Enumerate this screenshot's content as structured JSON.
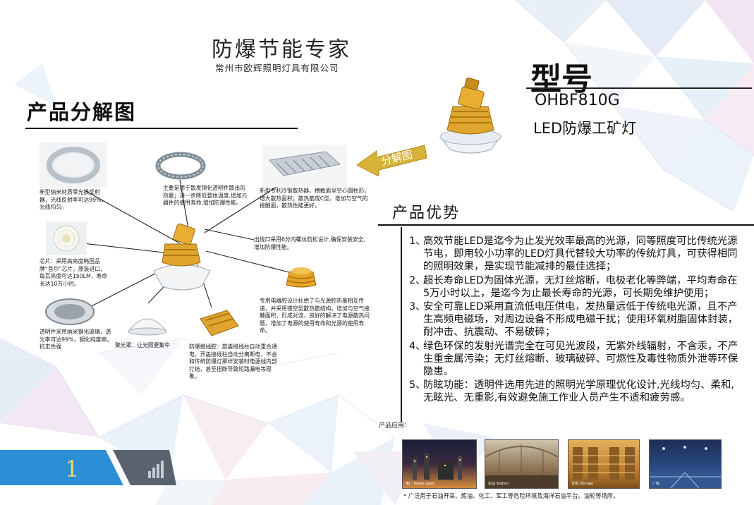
{
  "company": {
    "title": "防爆节能专家",
    "subtitle": "常州市欧辉照明灯具有限公司"
  },
  "section_title": "产品分解图",
  "model": {
    "label": "型号",
    "code": "OHBF810G",
    "product_name": "LED防爆工矿灯"
  },
  "arrow_label": "分解图",
  "callouts": {
    "reflector": "新型纳米材质零光损反射器，光线反射率可达99%，光线均匀。",
    "copper_ring": "主要是用于散发铜化透明件散出的热量；进一步降低整体温度,增加元器件的使用寿命,增加防爆性能。",
    "heatsink": "新型专利冷锻散热器，横截面呈空心圆柱形，增大散热面积；散热筋成C型，增加与空气的接触面，散热性能更好。",
    "chip": "芯片：采用高亮度韩国品牌“首尔”芯片，原装进口，每瓦亮度可达150LM，寿命长达10万小时。",
    "thread": "出线口采用6分内螺纹防松设计,确保安装安全,增加防爆性能。",
    "housing": "专用电器腔设计杜绝了与光源腔热量相互传递，并采用镂空型散热筋结构，增加与空气接触面积，形成对流，良好的解决了电源散热问题，增加了电源的使用寿命和光源的使用寿命。",
    "glass": "透明件采用纳米钢化玻璃，透光率可达99%，钢化纯度高，抗击性强",
    "lampshade": "聚光罩：让光照更集中",
    "terminal": "防爆接线腔：旋盖接线柱自动重合通电，开盖接线柱自动分离断电，不会和传统防爆灯那样安装时电源线内部打结，甚至扭断导致短路漏电等现象。"
  },
  "advantages_title": "产品优势",
  "advantages": [
    {
      "num": "1、",
      "text": "高效节能LED是迄今为止发光效率最高的光源，同等照度可比传统光源节电，即用较小功率的LED灯具代替较大功率的传统灯具，可获得相同的照明效果，是实现节能减排的最佳选择；"
    },
    {
      "num": "2、",
      "text": "超长寿命LED为固体光源，无灯丝熔断，电极老化等弊端，平均寿命在5万小时以上，是迄今为止最长寿命的光源，可长期免维护使用；"
    },
    {
      "num": "3、",
      "text": "安全可靠LED采用直流低电压供电，发热量远低于传统电光源，且不产生高频电磁场，对周边设备不形成电磁干扰；使用环氧树脂固体封装，耐冲击、抗震动、不易破碎；"
    },
    {
      "num": "4、",
      "text": "绿色环保的发射光谱完全在可见光波段，无紫外线辐射，不含汞，不产生重金属污染；无灯丝熔断、玻璃破碎、可燃性及毒性物质外泄等环保隐患。"
    },
    {
      "num": "5、",
      "text": "防眩功能：透明件选用先进的照明光学原理优化设计,光线均匀、柔和,无眩光、无重影,有效避免施工作业人员产生不适和疲劳感。"
    }
  ],
  "application_label": "产品应用：",
  "application_photos": [
    {
      "caption": "电厂 Power plant"
    },
    {
      "caption": "车站 Station"
    },
    {
      "caption": "仓库 Storage"
    },
    {
      "caption": "厂房"
    }
  ],
  "application_note": "* 广泛用于石油开采、炼油、化工、军工等危险环境及海洋石油平台、油轮等场所。",
  "page_number": "1",
  "colors": {
    "gold": "#e0a52c",
    "accent_blue": "#2c8fd6",
    "arrow": "#d9b23a"
  }
}
